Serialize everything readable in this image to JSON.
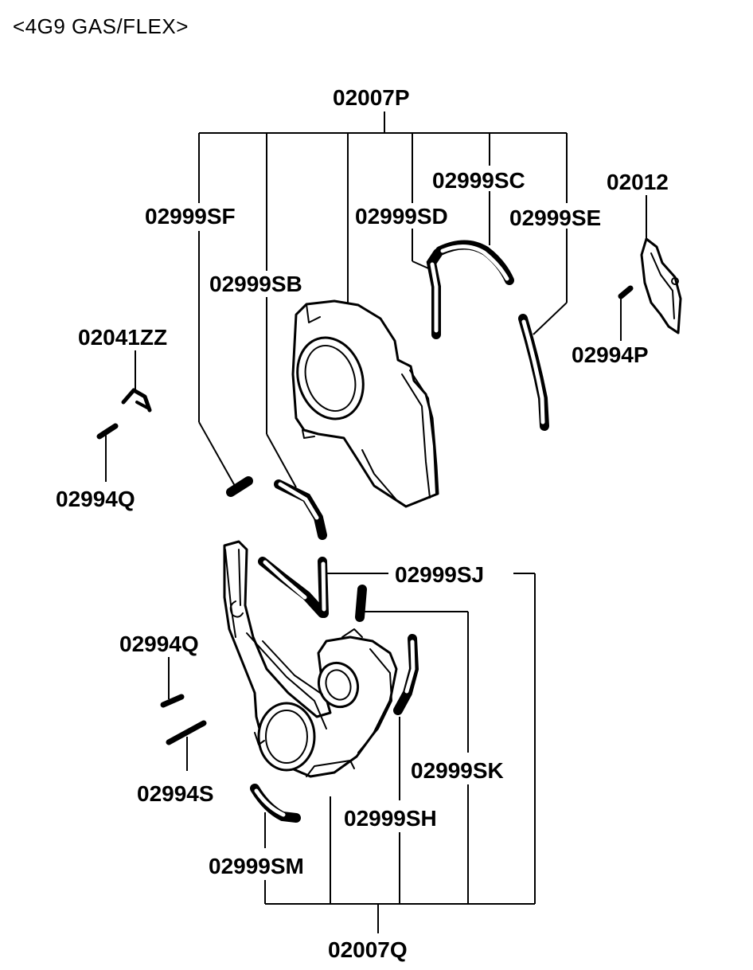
{
  "header": "<4G9 GAS/FLEX>",
  "labels": {
    "p02007P": "02007P",
    "p02999SC": "02999SC",
    "p02012": "02012",
    "p02999SF": "02999SF",
    "p02999SD": "02999SD",
    "p02999SE": "02999SE",
    "p02999SB": "02999SB",
    "p02041ZZ": "02041ZZ",
    "p02994P": "02994P",
    "p02994Q_top": "02994Q",
    "p02999SJ": "02999SJ",
    "p02994Q_mid": "02994Q",
    "p02999SK": "02999SK",
    "p02994S": "02994S",
    "p02999SH": "02999SH",
    "p02999SM": "02999SM",
    "p02007Q": "02007Q"
  }
}
